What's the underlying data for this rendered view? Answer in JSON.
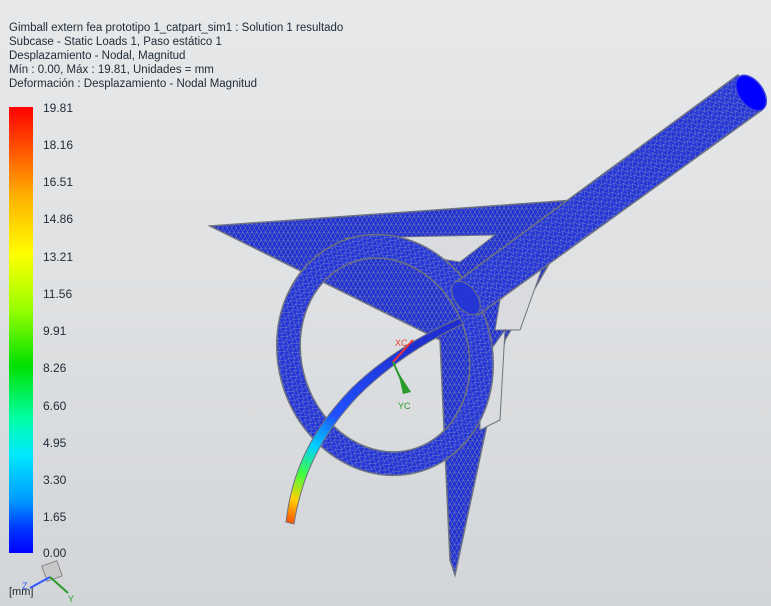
{
  "header": {
    "line1": "Gimball extern fea prototipo 1_catpart_sim1 : Solution 1 resultado",
    "line2": "Subcase - Static Loads 1, Paso estático 1",
    "line3": "Desplazamiento - Nodal, Magnitud",
    "line4": "Mín : 0.00, Máx : 19.81, Unidades = mm",
    "line5": "Deformación : Desplazamiento - Nodal Magnitud"
  },
  "legend": {
    "ticks": [
      "19.81",
      "18.16",
      "16.51",
      "14.86",
      "13.21",
      "11.56",
      "9.91",
      "8.26",
      "6.60",
      "4.95",
      "3.30",
      "1.65",
      "0.00"
    ],
    "colors": {
      "max": "#ff0000",
      "high": "#ffb000",
      "mid_high": "#ffff00",
      "mid": "#00e000",
      "mid_low": "#00e8ff",
      "low": "#009cff",
      "min": "#0000ff"
    }
  },
  "units_label": "[mm]",
  "csys_labels": {
    "xc": "XC",
    "yc": "YC"
  },
  "triad_labels": {
    "z": "Z",
    "y": "Y"
  },
  "model": {
    "mesh_color": "#1f2fd0",
    "mesh_line_color": "#9aa3b8",
    "edge_color": "#6e7380"
  }
}
